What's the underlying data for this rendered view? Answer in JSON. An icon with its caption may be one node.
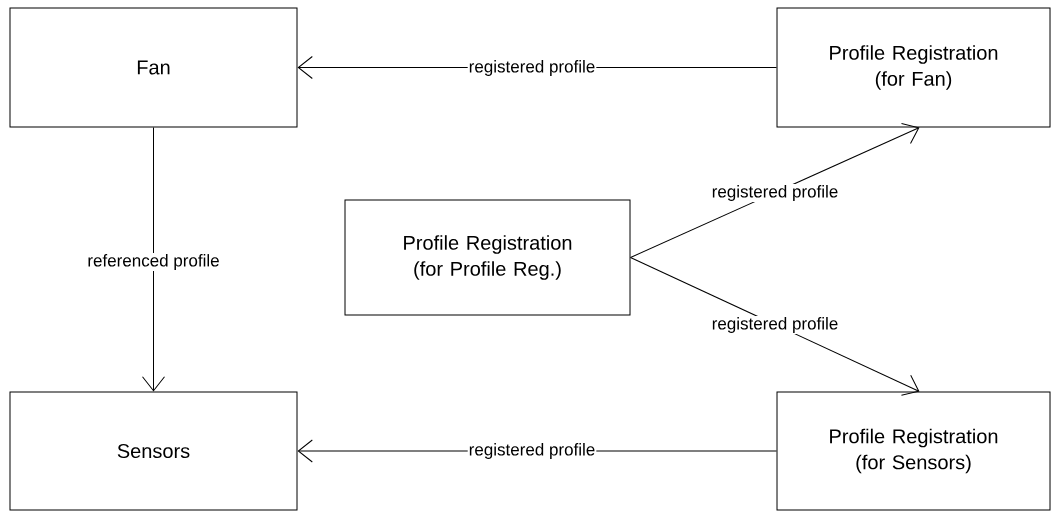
{
  "diagram": {
    "nodes": [
      {
        "text": [
          "Fan"
        ]
      },
      {
        "text": [
          "Profile Registration (for Fan)"
        ]
      },
      {
        "text": [
          "Profile Registration (for Profile Reg.)"
        ]
      },
      {
        "text": [
          "Sensors"
        ]
      },
      {
        "text": [
          "Profile Registration (for Sensors)"
        ]
      }
    ],
    "edges": [
      {
        "from": 1,
        "to": 0,
        "arrow": "to",
        "label": "registered profile"
      },
      {
        "from": 0,
        "to": 3,
        "arrow": "to",
        "label": "referenced profile"
      },
      {
        "from": 2,
        "to": 1,
        "arrow": "to",
        "label": "registered profile"
      },
      {
        "from": 2,
        "to": 4,
        "arrow": "to",
        "label": "registered profile"
      },
      {
        "from": 4,
        "to": 3,
        "arrow": "to",
        "label": "registered profile"
      }
    ]
  }
}
